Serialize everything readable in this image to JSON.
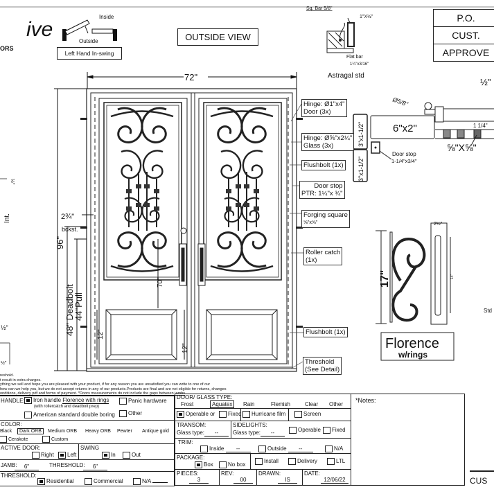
{
  "logo": {
    "script": "ive",
    "sub": "ORS"
  },
  "swing_diagram": {
    "inside": "Inside",
    "outside": "Outside",
    "label": "Left Hand In-swing"
  },
  "view_label": "OUTSIDE VIEW",
  "astragal": {
    "sq_bar": "Sq. Bar 5/8\"",
    "tube": "1\"X½\"",
    "flat_bar": "Flat bar",
    "flat_bar_size": "1¼\"x3/16\"",
    "title": "Astragal std"
  },
  "approval": {
    "po": "P.O.",
    "cust": "CUST.",
    "approve": "APPROVE"
  },
  "dimensions": {
    "width": "72\"",
    "height": "96\"",
    "deadbolt": "48\" Deadbolt",
    "pull": "44\"Pull",
    "backset": "2¾\"",
    "backset_label": "bckst.",
    "inner_70": "70\"",
    "panel_12_left": "12\"",
    "panel_12_right": "12\""
  },
  "callouts": [
    {
      "l1": "Hinge: Ø1\"x4\"",
      "l2": "Door (3x)"
    },
    {
      "l1": "Hinge: Ø⅝\"x2¼\"",
      "l2": "Glass (3x)"
    },
    {
      "l1": "Flushbolt (1x)",
      "l2": ""
    },
    {
      "l1": "Door stop",
      "l2": "PTR: 1¼\"x ¾\""
    },
    {
      "l1": "Forging square",
      "l2": "⅝\"x⅝\""
    },
    {
      "l1": "Roller catch",
      "l2": "(1x)"
    },
    {
      "l1": "Flushbolt (1x)",
      "l2": ""
    },
    {
      "l1": "Threshold",
      "l2": "(See Detail)"
    }
  ],
  "section_detail": {
    "tube": "6\"x2\"",
    "side_tube_1": "3\"x1-1/2\"",
    "side_tube_2": "3\"x1-1/2\"",
    "rod": "Ø5/8\"",
    "half": "½\"",
    "one_quarter": "1 1/4\"",
    "square": "⅝\"X⅝\"",
    "door_stop": "Door stop",
    "door_stop_size": "1-1/4\"x3/4\""
  },
  "handle_detail": {
    "height": "17\"",
    "width": "2½\"",
    "inner": "14\"",
    "name": "Florence",
    "sub": "w/rings",
    "std": "Std"
  },
  "left_edge": {
    "int": "Int.",
    "frac_top": "½\"",
    "frac_mid": "½\"",
    "frac_bot": "½\""
  },
  "fine_print": [
    "reshold.",
    "t result in extra charges.",
    "ything we sell and hope you are pleased with your product, if for any reason you are unsatisfied you can write to one of our",
    "how can we help you, but we do not accept returns in any of our products.Products are final and are not eligible for returns, changes",
    "onditions, delivery pdf and forms of payment. *Doors measurements do not include the gaps between jambs"
  ],
  "form": {
    "handle": {
      "label": "HANDLE:",
      "iron": "Iron handle",
      "iron_value": "Florence with rings",
      "iron_note": "(with rollercatch and deadbolt prep)",
      "american": "American standard double boring",
      "panic": "Panic hardware",
      "other": "Other"
    },
    "color": {
      "label": "COLOR:",
      "options": [
        "Black",
        "Dark ORB",
        "Medium ORB",
        "Heavy ORB",
        "Pewter",
        "Antique gold"
      ],
      "selected": "Dark ORB",
      "cerakote": "Cerakote",
      "custom": "Custom"
    },
    "active_door": {
      "label": "ACTIVE DOOR:",
      "right": "Right",
      "left": "Left"
    },
    "swing": {
      "label": "SWING",
      "in": "In",
      "out": "Out"
    },
    "jamb": {
      "label": "JAMB:",
      "value": "6\"",
      "threshold_label": "THRESHOLD:",
      "threshold_value": "6\""
    },
    "threshold": {
      "label": "THRESHOLD:",
      "residential": "Residential",
      "commercial": "Commercial",
      "na": "N/A"
    },
    "glass": {
      "label": "DOOR/ GLASS TYPE:",
      "options": [
        "Frost",
        "Aquatex",
        "Rain",
        "Flemish",
        "Clear",
        "Other"
      ],
      "selected": "Aquatex"
    },
    "operable": {
      "operable": "Operable",
      "or": "or",
      "fixed": "Fixed",
      "hurricane": "Hurricane film",
      "screen": "Screen"
    },
    "transom": {
      "label": "TRANSOM:",
      "glass_label": "Glass type:",
      "glass_value": "--"
    },
    "sidelights": {
      "label": "SIDELIGHTS:",
      "glass_label": "Glass type:",
      "glass_value": "--",
      "operable": "Operable",
      "fixed": "Fixed"
    },
    "trim": {
      "label": "TRIM:",
      "inside": "Inside",
      "inside_value": "--",
      "outside": "Outside",
      "outside_value": "--",
      "na": "N/A"
    },
    "package": {
      "label": "PACKAGE:",
      "box": "Box",
      "no_box": "No box",
      "install": "Install",
      "delivery": "Delivery",
      "ltl": "LTL"
    },
    "meta": {
      "pieces_label": "PIECES:",
      "pieces": "3",
      "rev_label": "REV:",
      "rev": "00",
      "drawn_label": "DRAWN:",
      "drawn": "IS",
      "date_label": "DATE:",
      "date": "12/06/22"
    },
    "notes_label": "*Notes:"
  },
  "customer_sign": "CUS"
}
